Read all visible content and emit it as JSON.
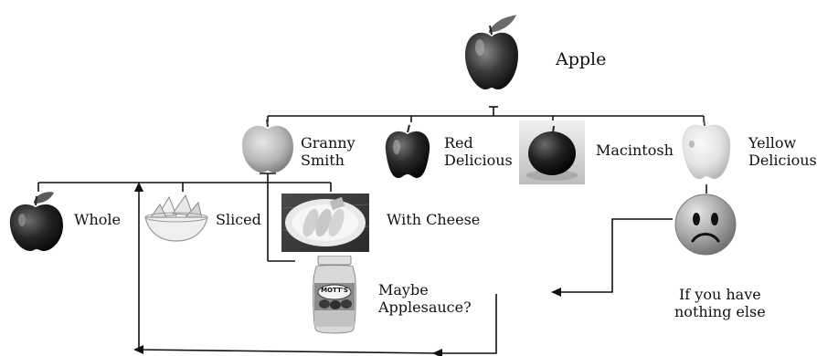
{
  "root": {
    "label": "Apple"
  },
  "varieties": [
    {
      "line1": "Granny",
      "line2": "Smith"
    },
    {
      "line1": "Red",
      "line2": "Delicious"
    },
    {
      "line1": "Macintosh",
      "line2": ""
    },
    {
      "line1": "Yellow",
      "line2": "Delicious"
    }
  ],
  "servings": [
    {
      "label": "Whole"
    },
    {
      "label": "Sliced"
    },
    {
      "label": "With Cheese"
    },
    {
      "line1": "Maybe",
      "line2": "Applesauce?"
    }
  ],
  "yellow_outcome": {
    "line1": "If you have",
    "line2": "nothing else"
  },
  "jar": {
    "brand": "MOTT'S"
  },
  "colors": {
    "line": "#111111",
    "apple_dark": "#2a2a2a",
    "apple_light": "#cfcfcf",
    "face": "#9a9a9a"
  }
}
